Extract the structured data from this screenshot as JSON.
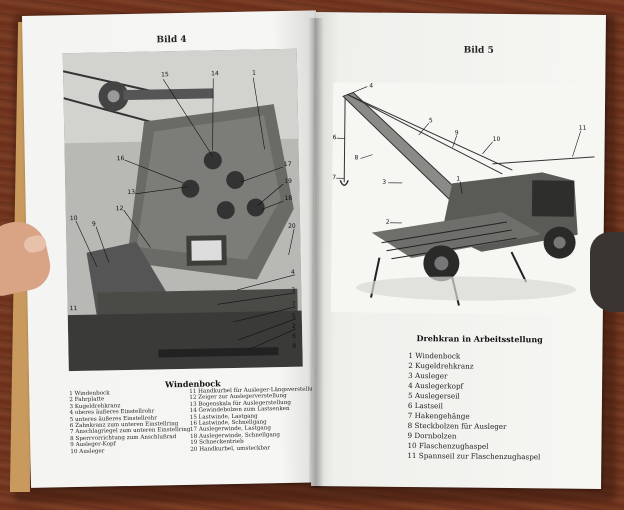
{
  "left_page": {
    "heading": "Bild 4",
    "caption": "Windenbock",
    "callouts": [
      "15",
      "14",
      "1",
      "16",
      "17",
      "19",
      "18",
      "13",
      "12",
      "10",
      "9",
      "20",
      "4",
      "3",
      "7",
      "11",
      "5",
      "2",
      "6",
      "8"
    ],
    "legend_col1": [
      "1 Windenbock",
      "2 Fahrplatte",
      "3 Kugeldrehkranz",
      "4 oberes äußeres Einstellrohr",
      "5 unteres äußeres Einstellrohr",
      "6 Zahnkranz zum unteren Einstellring",
      "7 Anschlagriegel zum unteren Einstellring",
      "8 Sperrvorrichtung zum Anschlußrad",
      "9 Ausleger-Kopf",
      "10 Ausleger"
    ],
    "legend_col2": [
      "11 Handkurbel für Ausleger-Längsverstellung",
      "12 Zeiger zur Auslegerverstellung",
      "13 Bogenskala für Auslegerstellung",
      "14 Gewindebolzen zum Lastsenken",
      "15 Lastwinde, Lastgang",
      "16 Lastwinde, Schnellgang",
      "17 Auslegerwinde, Lastgang",
      "18 Auslegerwinde, Schnellgang",
      "19 Schneckentrieb",
      "20 Handkurbel, umsteckbar"
    ]
  },
  "right_page": {
    "heading": "Bild 5",
    "caption": "Drehkran in Arbeitsstellung",
    "callouts": [
      "4",
      "5",
      "9",
      "10",
      "11",
      "6",
      "8",
      "3",
      "1",
      "7",
      "2"
    ],
    "legend": [
      "1 Windenbock",
      "2 Kugeldrehkranz",
      "3 Ausleger",
      "4 Auslegerkopf",
      "5 Auslegerseil",
      "6 Lastseil",
      "7 Hakengehänge",
      "8 Steckbolzen für Ausleger",
      "9 Dornbolzen",
      "10 Flaschenzughaspel",
      "11 Spannseil zur Flaschenzughaspel"
    ]
  }
}
